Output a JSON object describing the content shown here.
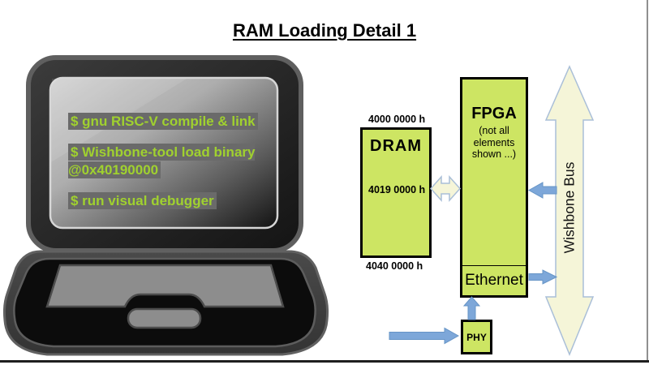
{
  "title": "RAM Loading Detail 1",
  "laptop": {
    "terminal_lines": [
      "$ gnu RISC-V compile & link",
      "$ Wishbone-tool load binary @0x40190000",
      "$ run visual debugger"
    ]
  },
  "diagram": {
    "dram": {
      "label": "DRAM",
      "addr_top": "4000 0000 h",
      "addr_mid": "4019 0000 h",
      "addr_bottom": "4040 0000 h"
    },
    "fpga": {
      "label": "FPGA",
      "note": "(not all elements shown ...)",
      "ethernet": "Ethernet"
    },
    "phy": {
      "label": "PHY"
    },
    "bus": {
      "label": "Wishbone Bus"
    }
  },
  "colors": {
    "block_fill": "#cde563",
    "block_border": "#000000",
    "blue_arrow": "#7da7d9",
    "pale_arrow_fill": "#f5f5d8",
    "pale_arrow_stroke": "#aabfd8",
    "terminal_text": "#a0d12f",
    "terminal_highlight": "#6a6a6a"
  }
}
